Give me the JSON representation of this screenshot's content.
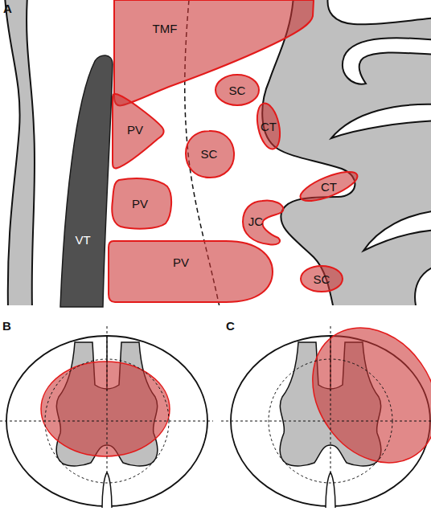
{
  "diagram": {
    "nodes": [
      {
        "text": [
          "TMF"
        ]
      },
      {
        "text": [
          "SC"
        ]
      },
      {
        "text": [
          "PV"
        ]
      },
      {
        "text": [
          "CT"
        ]
      },
      {
        "text": [
          "SC"
        ]
      },
      {
        "text": [
          "CT"
        ]
      },
      {
        "text": [
          "PV"
        ]
      },
      {
        "text": [
          "JC"
        ]
      },
      {
        "text": [
          "VT"
        ]
      },
      {
        "text": [
          "PV"
        ]
      },
      {
        "text": [
          "SC"
        ]
      }
    ],
    "labels": [
      "A",
      "B",
      "C"
    ]
  }
}
